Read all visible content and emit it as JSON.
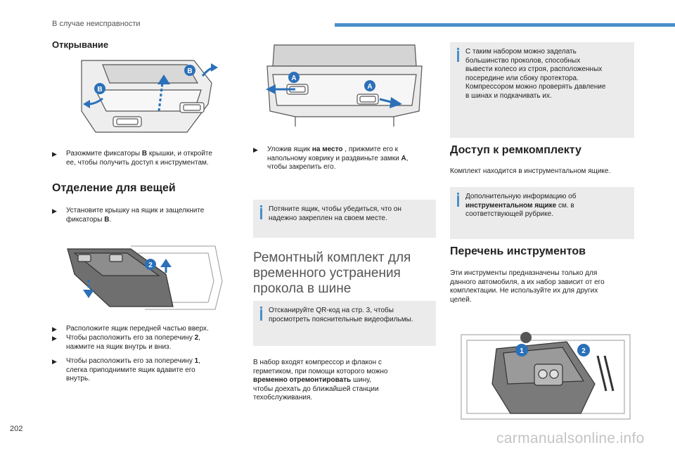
{
  "header": {
    "section": "В случае неисправности"
  },
  "page_number": "202",
  "watermark": "carmanualsonline.info",
  "col1": {
    "h_open": "Открывание",
    "b1_pre": "Разожмите фиксаторы ",
    "b1_bold": "B",
    "b1_post": " крышки, и откройте",
    "b1_line2": "ее, чтобы получить доступ к инструментам.",
    "h_compartment": "Отделение для вещей",
    "b2_line1": "Установите крышку на ящик и защелкните",
    "b2_pre": "фиксаторы ",
    "b2_bold": "B",
    "b2_post": ".",
    "b3_line1": "Расположите ящик передней частью вверх.",
    "b4_pre": "Чтобы расположить его за поперечину ",
    "b4_bold": "2",
    "b4_post": ",",
    "b4_line2": "нажмите на ящик внутрь и вниз.",
    "b5_pre": "Чтобы расположить его за поперечину ",
    "b5_bold": "1",
    "b5_post": ",",
    "b5_line2": "слегка приподнимите ящик вдавите его",
    "b5_line3": "внутрь."
  },
  "col2": {
    "b1_pre": "Уложив ящик ",
    "b1_bold": "на место",
    "b1_post": " , прижмите его к",
    "b1_line2_pre": "напольному коврику и раздвиньте замки ",
    "b1_line2_bold": "A",
    "b1_line2_post": ",",
    "b1_line3": "чтобы закрепить его.",
    "info1_line1": "Потяните ящик, чтобы убедиться, что он",
    "info1_line2": "надежно закреплен на своем месте.",
    "h_big_1": "Ремонтный комплект для",
    "h_big_2": "временного устранения",
    "h_big_3": "прокола в шине",
    "info2_line1": "Отсканируйте QR-код на стр. 3, чтобы",
    "info2_line2": "просмотреть пояснительные видеофильмы.",
    "p1_line1": "В набор входят компрессор и флакон с",
    "p1_line2": "герметиком, при помощи которого можно",
    "p1_line3_bold": "временно отремонтировать",
    "p1_line3_post": " шину,",
    "p1_line4": "чтобы доехать до ближайшей станции",
    "p1_line5": "техобслуживания."
  },
  "col3": {
    "info1_l1": "С таким набором можно заделать",
    "info1_l2": "большинство проколов, способных",
    "info1_l3": "вывести колесо из строя, расположенных",
    "info1_l4": "посередине или сбоку протектора.",
    "info1_l5": "Компрессором можно проверять давление",
    "info1_l6": "в шинах и подкачивать их.",
    "h_access": "Доступ к ремкомплекту",
    "p_access": "Комплект находится в инструментальном ящике.",
    "info2_l1": "Дополнительную информацию об",
    "info2_l2_bold": "инструментальном ящике",
    "info2_l2_post": " см. в",
    "info2_l3": "соответствующей рубрике.",
    "h_tools": "Перечень инструментов",
    "p_tools_l1": "Эти инструменты предназначены только для",
    "p_tools_l2": "данного автомобиля, а их набор зависит от его",
    "p_tools_l3": "комплектации. Не используйте их для других",
    "p_tools_l4": "целей."
  },
  "labels": {
    "b": "B",
    "a": "A",
    "one": "1",
    "two": "2"
  },
  "colors": {
    "accent": "#4a8fc9",
    "badge": "#2b70b8",
    "info_bg": "#ebebeb"
  }
}
